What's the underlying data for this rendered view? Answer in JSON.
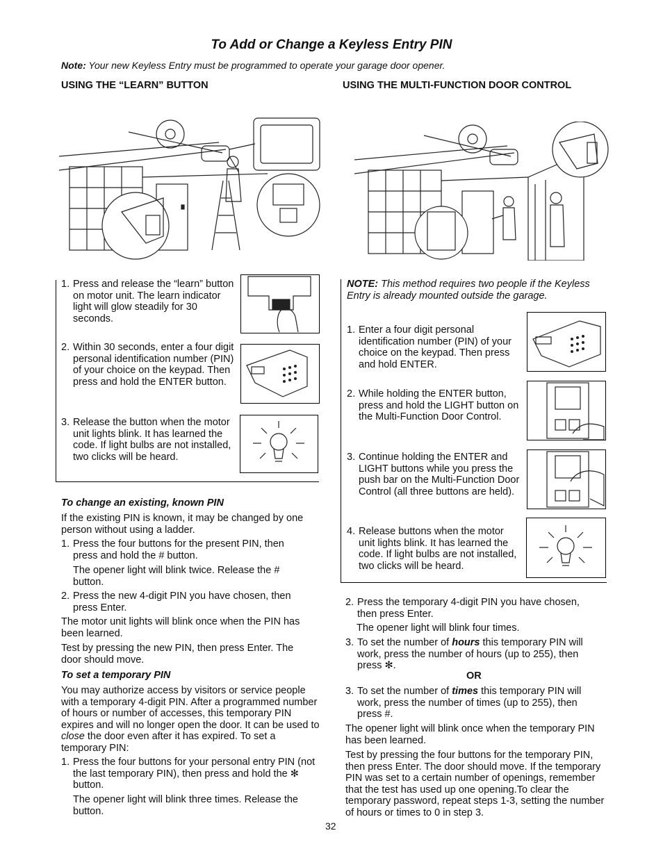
{
  "title": "To Add or Change a Keyless Entry PIN",
  "note": {
    "label": "Note:",
    "text": " Your new Keyless Entry must be programmed to operate your garage door opener."
  },
  "left": {
    "heading": "USING THE “LEARN” BUTTON",
    "steps": [
      {
        "num": "1.",
        "text": "Press and release the “learn” button on motor unit. The learn indicator light will glow steadily for 30 seconds.",
        "icon": "learn-button-press-icon"
      },
      {
        "num": "2.",
        "text": "Within 30 seconds, enter a four digit personal identification number (PIN) of your choice on the keypad. Then press and hold the ENTER button.",
        "icon": "keypad-icon"
      },
      {
        "num": "3.",
        "text": "Release the button when the motor unit lights blink. It has learned the code. If light bulbs are not installed, two clicks will be heard.",
        "icon": "light-bulb-icon"
      }
    ]
  },
  "right": {
    "heading": "USING THE MULTI-FUNCTION DOOR CONTROL",
    "note_label": "NOTE:",
    "note_text": " This method requires two people if the Keyless Entry is already mounted outside the garage.",
    "steps": [
      {
        "num": "1.",
        "text": "Enter a four digit personal identification number (PIN) of your choice on the keypad. Then press and hold ENTER.",
        "icon": "keypad-icon"
      },
      {
        "num": "2.",
        "text": "While holding the ENTER button, press and hold the LIGHT button on the Multi-Function Door Control.",
        "icon": "door-control-light-icon"
      },
      {
        "num": "3.",
        "text": "Continue holding the ENTER and LIGHT buttons while you press the push bar on the Multi-Function Door Control (all three buttons are held).",
        "icon": "door-control-push-bar-icon"
      },
      {
        "num": "4.",
        "text": "Release buttons when the motor unit lights blink. It has learned the code. If light bulbs are not installed, two clicks will be heard.",
        "icon": "light-bulb-icon"
      }
    ]
  },
  "change_pin": {
    "heading": "To change an existing, known PIN",
    "intro": "If the existing PIN is known, it may be changed by one person without using a ladder.",
    "step1_num": "1.",
    "step1": "Press the four buttons for the present PIN, then press and hold the # button.",
    "step1_sub": "The opener light will blink twice. Release the # button.",
    "step2_num": "2.",
    "step2": "Press the new 4-digit PIN you have chosen, then press Enter.",
    "p1": "The motor unit lights will blink once when the PIN has been learned.",
    "p2": "Test by pressing the new PIN, then press Enter. The door should move."
  },
  "temp_pin": {
    "heading": "To set a temporary PIN",
    "intro_a": "You may authorize access by visitors or service people with a temporary 4-digit PIN. After a programmed number of hours or number of accesses, this temporary PIN expires and will no longer open the door. It can be used to ",
    "intro_em": "close",
    "intro_b": " the door even after it has expired. To set a temporary PIN:",
    "step1_num": "1.",
    "step1": "Press the four buttons for your personal entry PIN (not the last temporary PIN), then press and hold the ✻ button.",
    "step1_sub": "The opener light will blink three times. Release the button.",
    "step2_num": "2.",
    "step2": "Press the temporary 4-digit PIN you have chosen, then press Enter.",
    "step2_sub": "The opener light will blink four times.",
    "step3a_num": "3.",
    "step3a_a": "To set the number of ",
    "step3a_em": "hours",
    "step3a_b": " this temporary PIN will work, press the number of hours (up to 255), then press ✻.",
    "or": "OR",
    "step3b_num": "3.",
    "step3b_a": "To set the number of ",
    "step3b_em": "times",
    "step3b_b": " this temporary PIN will work, press the number of times (up to 255), then press #.",
    "p1": "The opener light will blink once when the temporary PIN has been learned.",
    "p2": "Test by pressing the four buttons for the temporary PIN, then press Enter. The door should move. If the temporary PIN was set to a certain number of openings, remember that the test has used up one opening.To clear the temporary password, repeat steps 1-3, setting the number of hours or times to 0 in step 3."
  },
  "page_number": "32"
}
